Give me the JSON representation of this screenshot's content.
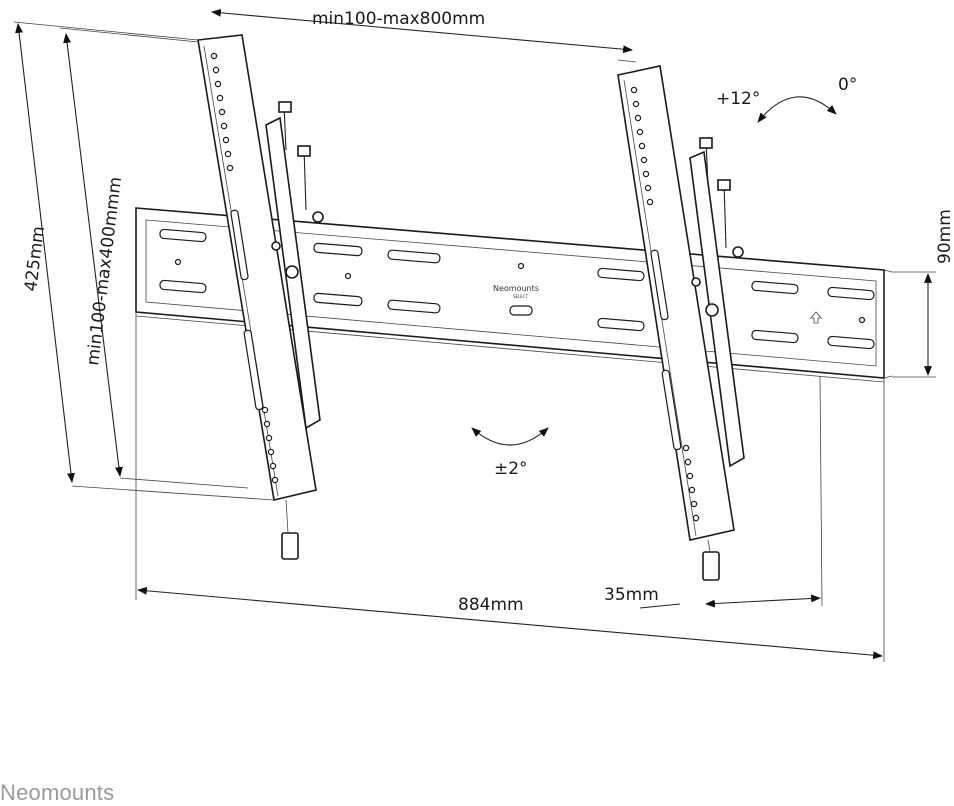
{
  "dimensions": {
    "vesa_horizontal": "min100-max800mm",
    "vesa_vertical": "min100-max400mmm",
    "arm_height": "425mm",
    "plate_height": "90mm",
    "plate_width": "884mm",
    "wall_distance": "35mm"
  },
  "angles": {
    "tilt_max": "+12°",
    "tilt_min": "0°",
    "level_adjust": "±2°"
  },
  "plate_brand": {
    "name": "Neomounts",
    "sub": "SELECT"
  },
  "brand_logo": "Neomounts"
}
